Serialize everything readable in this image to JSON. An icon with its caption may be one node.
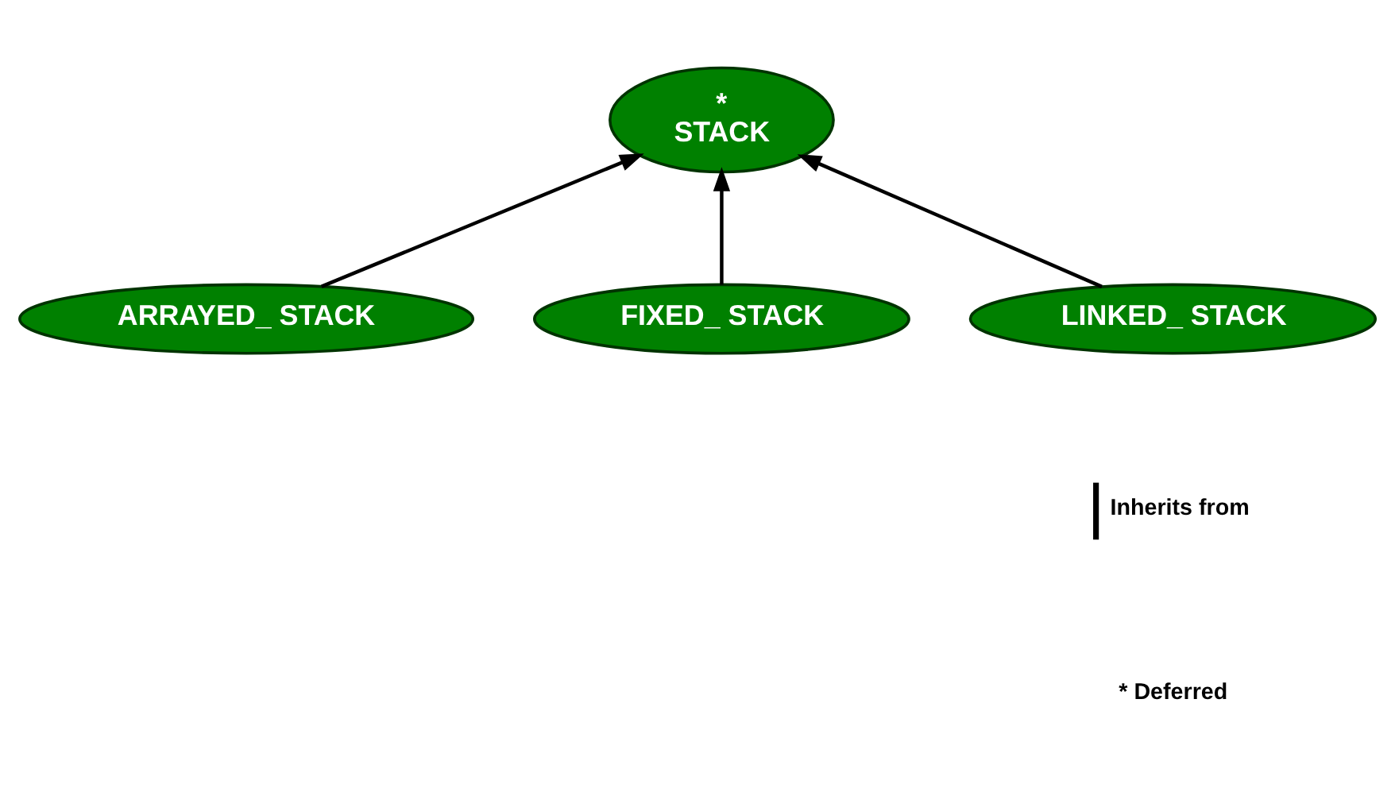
{
  "diagram": {
    "nodes": [
      {
        "text": [
          "*",
          "STACK"
        ]
      },
      {
        "text": [
          "ARRAYED_ STACK"
        ]
      },
      {
        "text": [
          "FIXED_ STACK"
        ]
      },
      {
        "text": [
          "LINKED_ STACK"
        ]
      }
    ],
    "edges": [
      {
        "from": 1,
        "to": 0,
        "arrow": "to"
      },
      {
        "from": 2,
        "to": 0,
        "arrow": "to"
      },
      {
        "from": 3,
        "to": 0,
        "arrow": "to"
      }
    ],
    "labels": [
      "* Deferred"
    ],
    "legend": [
      {
        "text": "Inherits from"
      }
    ]
  }
}
